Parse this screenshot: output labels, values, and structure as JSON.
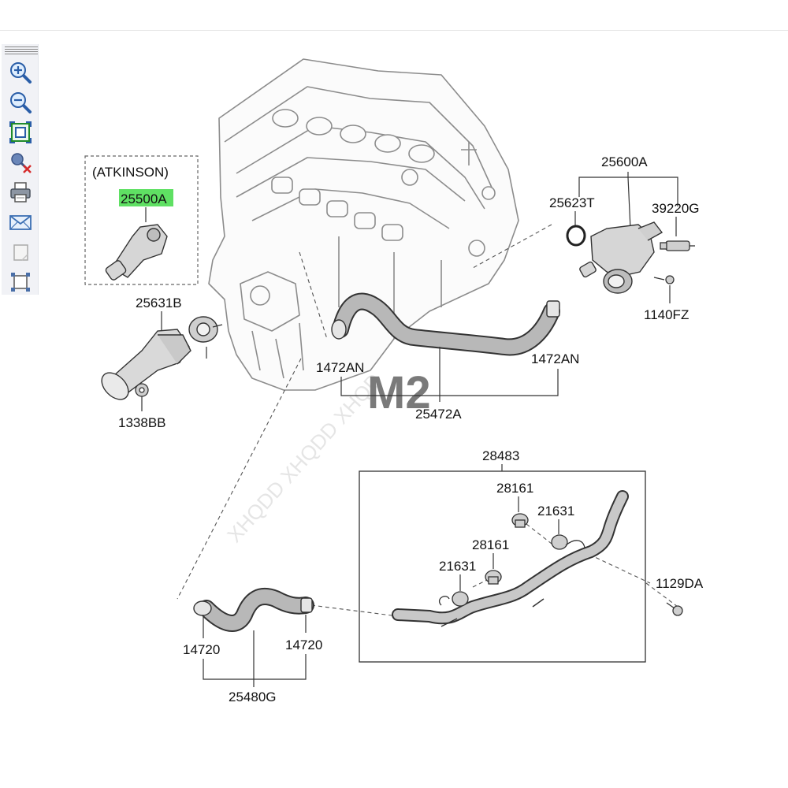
{
  "toolbar": {
    "tools": [
      {
        "icon": "zoom-in-icon"
      },
      {
        "icon": "zoom-out-icon"
      },
      {
        "icon": "fit-to-window-icon"
      },
      {
        "icon": "clear-markup-icon"
      },
      {
        "icon": "print-icon"
      },
      {
        "icon": "email-icon"
      },
      {
        "icon": "blank-page-icon"
      },
      {
        "icon": "fit-page-icon"
      }
    ]
  },
  "diagram": {
    "atkinson": {
      "title": "(ATKINSON)",
      "part": "25500A",
      "highlight_color": "#5fe063"
    },
    "labels": {
      "p25631B": "25631B",
      "p1338BB": "1338BB",
      "p1472AN_left": "1472AN",
      "p1472AN_right": "1472AN",
      "p25472A": "25472A",
      "p25600A": "25600A",
      "p25623T": "25623T",
      "p39220G": "39220G",
      "p1140FZ": "1140FZ",
      "p28483": "28483",
      "p28161_top": "28161",
      "p21631_top": "21631",
      "p28161_mid": "28161",
      "p21631_mid": "21631",
      "p1129DA": "1129DA",
      "p14720_left": "14720",
      "p14720_right": "14720",
      "p25480G": "25480G"
    },
    "watermark": {
      "text": "XHQDD XHQDD XHQD",
      "logo": "M2"
    }
  }
}
